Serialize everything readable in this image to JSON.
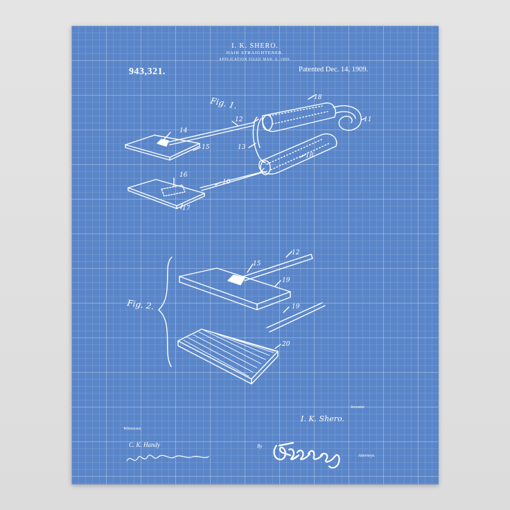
{
  "patent": {
    "inventor_header": "I. K. SHERO.",
    "title": "HAIR STRAIGHTENER.",
    "application": "APPLICATION FILED MAR. 8, 1909.",
    "number": "943,321.",
    "patented": "Patented Dec. 14, 1909."
  },
  "figures": {
    "fig1_label": "Fig. 1.",
    "fig2_label": "Fig. 2.",
    "fig1_refs": [
      "18",
      "14",
      "12",
      "11",
      "15",
      "13",
      "18",
      "16",
      "10",
      "17"
    ],
    "fig2_refs": [
      "12",
      "15",
      "19",
      "19",
      "20"
    ]
  },
  "signatures": {
    "inventor_label": "Inventor",
    "inventor_name": "I. K. Shero.",
    "witnesses_label": "Witnesses",
    "witness_1": "C. K. Handy",
    "by": "By",
    "attorneys_label": "Attorneys."
  },
  "colors": {
    "background": "#5a86c9",
    "frame": "#e0e0e0",
    "ink": "#ffffff"
  }
}
